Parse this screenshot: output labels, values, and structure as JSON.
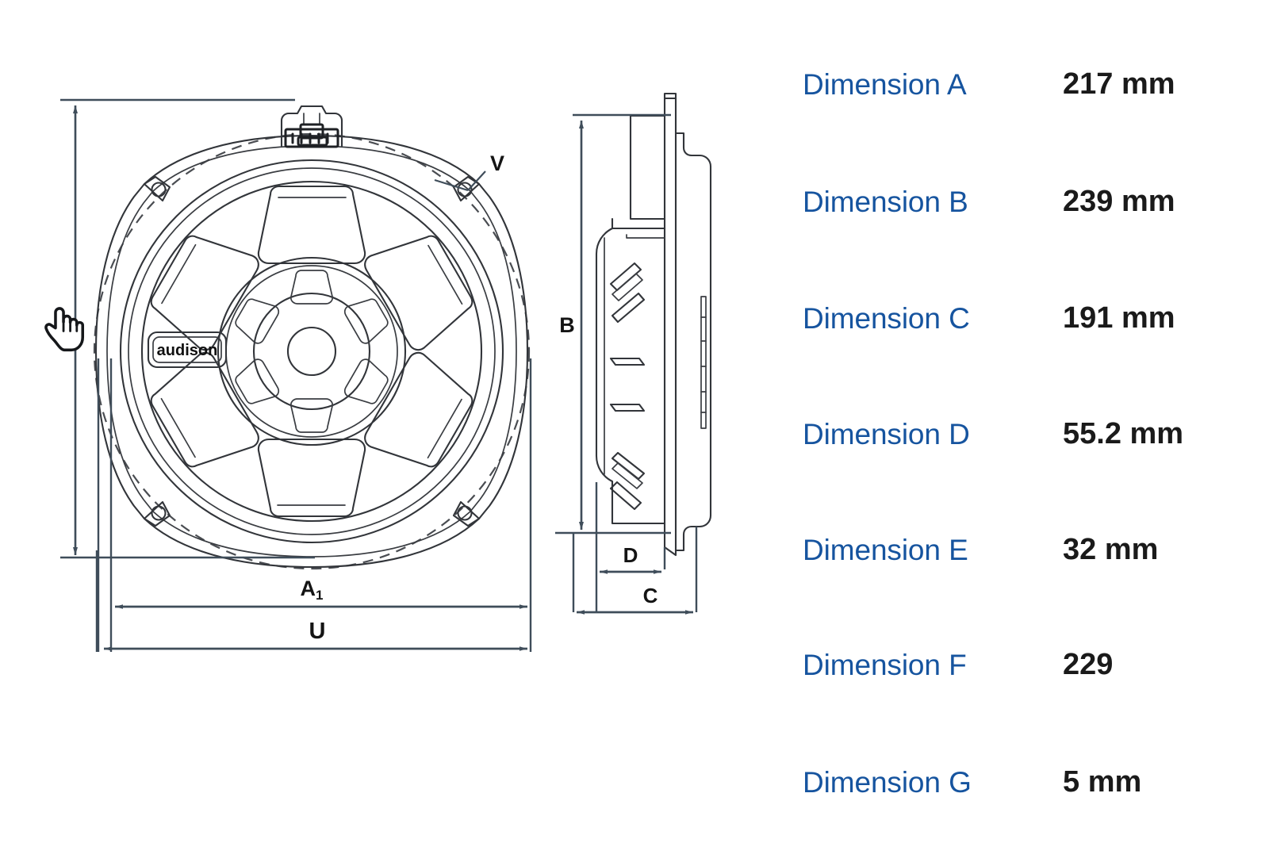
{
  "product": {
    "brand_logo_text": "audison"
  },
  "drawing": {
    "front_view": {
      "callout_v": "V",
      "dimension_a1": "A",
      "dimension_a1_subscript": "1",
      "dimension_u": "U"
    },
    "side_view": {
      "dimension_b": "B",
      "dimension_d": "D",
      "dimension_c": "C"
    },
    "cursor": "hand-pointer-cursor",
    "line_color": "#3c4a57",
    "outline_color": "#2b2b2b"
  },
  "dimensions": {
    "accent_color": "#16549f",
    "value_color": "#1a1a1a",
    "rows": [
      {
        "label": "Dimension A",
        "value": "217 mm"
      },
      {
        "label": "Dimension B",
        "value": "239 mm"
      },
      {
        "label": "Dimension C",
        "value": "191 mm"
      },
      {
        "label": "Dimension D",
        "value": "55.2 mm"
      },
      {
        "label": "Dimension E",
        "value": "32 mm"
      },
      {
        "label": "Dimension F",
        "value": "229"
      },
      {
        "label": "Dimension G",
        "value": "5 mm"
      }
    ]
  }
}
